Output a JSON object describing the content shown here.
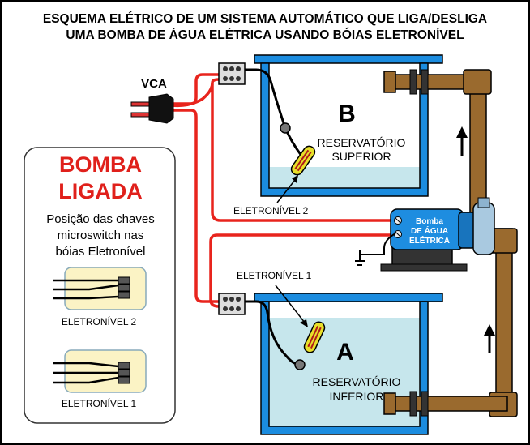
{
  "title": {
    "line1": "ESQUEMA ELÉTRICO DE UM SISTEMA AUTOMÁTICO QUE LIGA/DESLIGA",
    "line2": "UMA BOMBA DE ÁGUA ELÉTRICA USANDO BÓIAS ELETRONÍVEL"
  },
  "power": {
    "label": "VCA"
  },
  "legend": {
    "status_line1": "BOMBA",
    "status_line2": "LIGADA",
    "desc_line1": "Posição das chaves",
    "desc_line2": "microswitch nas",
    "desc_line3": "bóias Eletronível",
    "switch2_label": "ELETRONÍVEL 2",
    "switch1_label": "ELETRONÍVEL 1"
  },
  "upper_tank": {
    "letter": "B",
    "label_line1": "RESERVATÓRIO",
    "label_line2": "SUPERIOR",
    "float_label": "ELETRONÍVEL 2"
  },
  "lower_tank": {
    "letter": "A",
    "label_line1": "RESERVATÓRIO",
    "label_line2": "INFERIOR",
    "float_label": "ELETRONÍVEL 1"
  },
  "pump": {
    "label_line1": "Bomba",
    "label_line2": "DE ÁGUA",
    "label_line3": "ELÉTRICA"
  },
  "colors": {
    "water": "#c6e6ec",
    "wire": "#e8241d",
    "pipe": "#9a6a2e",
    "pump": "#1e8de0",
    "title_red": "#e0201b",
    "legend_yellow": "#fbf3c5"
  }
}
